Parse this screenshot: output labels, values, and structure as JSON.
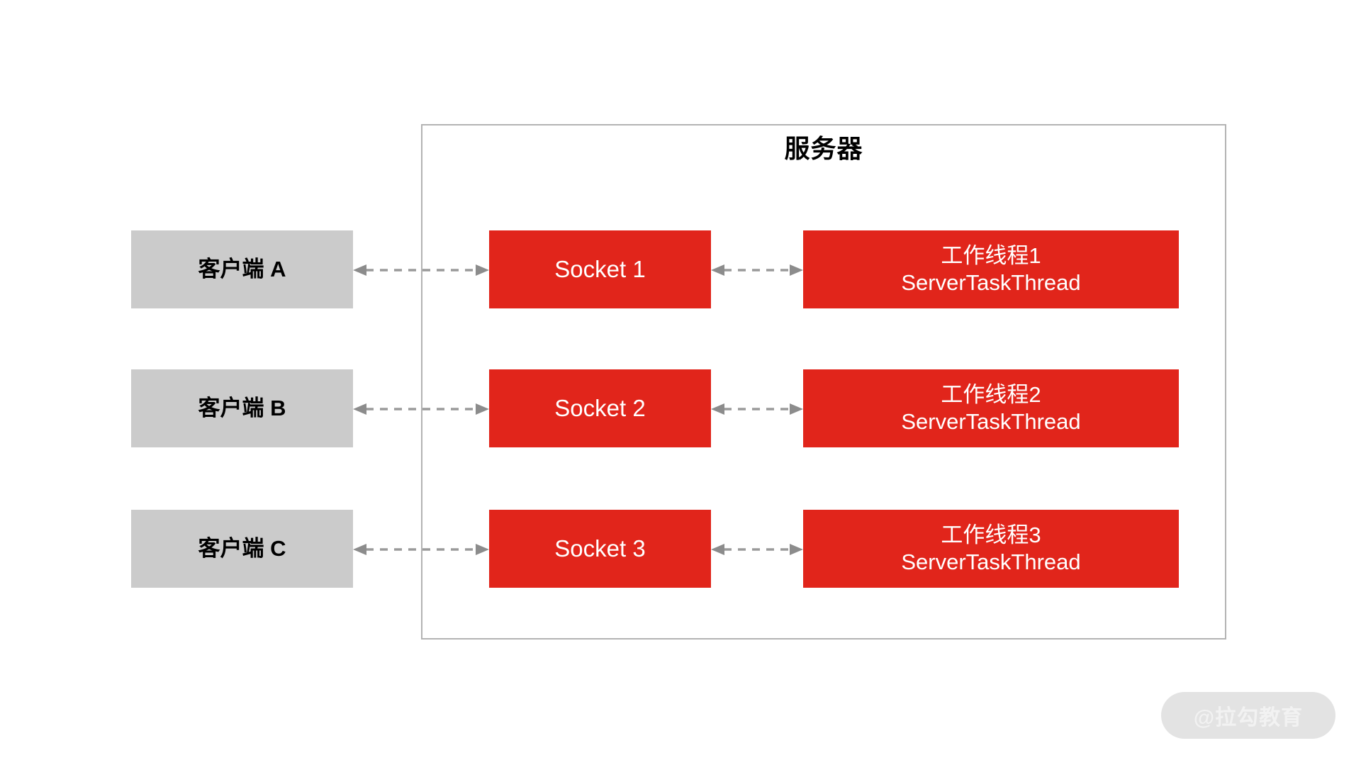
{
  "diagram": {
    "server": {
      "title": "服务器"
    },
    "rows": [
      {
        "client_label": "客户端 A",
        "socket_label": "Socket 1",
        "worker_line1": "工作线程1",
        "worker_line2": "ServerTaskThread"
      },
      {
        "client_label": "客户端 B",
        "socket_label": "Socket 2",
        "worker_line1": "工作线程2",
        "worker_line2": "ServerTaskThread"
      },
      {
        "client_label": "客户端 C",
        "socket_label": "Socket 3",
        "worker_line1": "工作线程3",
        "worker_line2": "ServerTaskThread"
      }
    ],
    "colors": {
      "client_fill": "#cbcbcb",
      "node_fill": "#e1251b",
      "node_text": "#ffffff",
      "border": "#b3b3b3",
      "connector": "#9a9a9a",
      "background": "#ffffff"
    },
    "connectors": {
      "style": "dashed",
      "direction": "bidirectional"
    }
  },
  "watermark": {
    "text": "@拉勾教育"
  }
}
